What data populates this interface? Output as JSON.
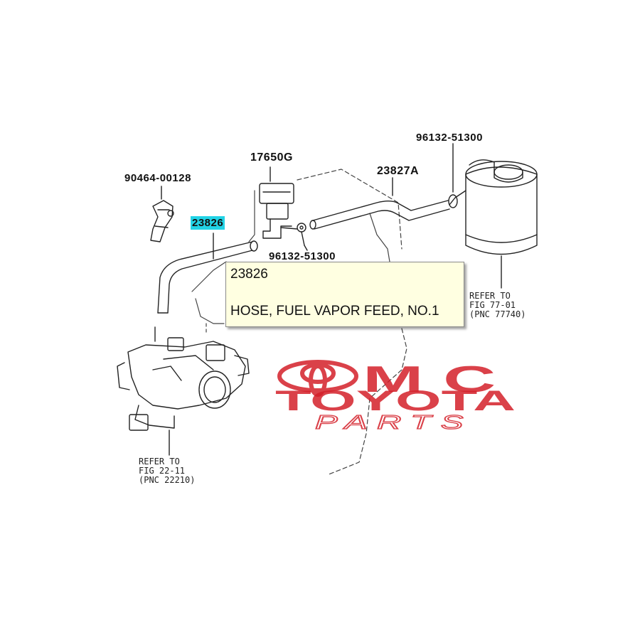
{
  "parts": {
    "clip": "90464-00128",
    "hose_selected": "23826",
    "valve": "17650G",
    "hose_2": "23827A",
    "clamp_top": "96132-51300",
    "clamp_mid": "96132-51300"
  },
  "references": {
    "canister_ref": "REFER TO\nFIG 77-01\n(PNC 77740)",
    "throttle_ref": "REFER TO\nFIG 22-11\n(PNC 22210)"
  },
  "tooltip": {
    "part_number": "23826",
    "description": "HOSE, FUEL VAPOR FEED, NO.1"
  },
  "watermark": {
    "line1": "MC",
    "line2": "TOYOTA",
    "line3": "PARTS",
    "color": "#d4202a"
  }
}
